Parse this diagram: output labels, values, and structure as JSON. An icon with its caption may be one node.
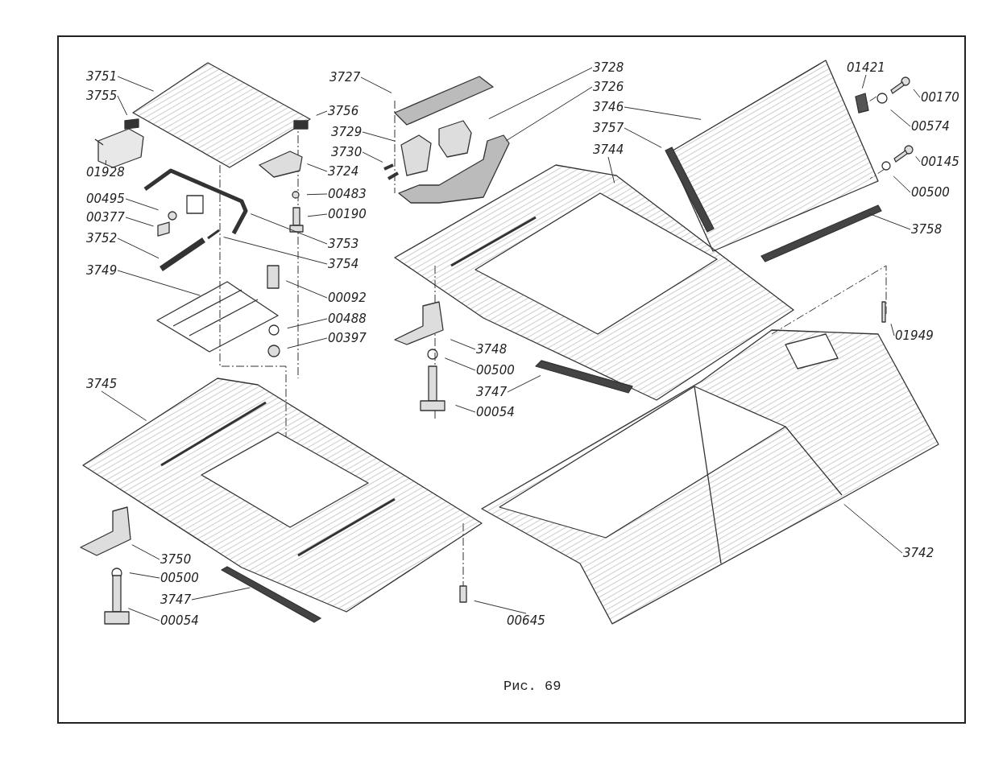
{
  "diagram": {
    "caption": "Рис. 69",
    "nodes": [
      {
        "text": [
          "3751"
        ]
      },
      {
        "text": [
          "3727"
        ]
      },
      {
        "text": [
          "3728"
        ]
      },
      {
        "text": [
          "01421"
        ]
      },
      {
        "text": [
          "3726"
        ]
      },
      {
        "text": [
          "3755"
        ]
      },
      {
        "text": [
          "3746"
        ]
      },
      {
        "text": [
          "00170"
        ]
      },
      {
        "text": [
          "3756"
        ]
      },
      {
        "text": [
          "3729"
        ]
      },
      {
        "text": [
          "00574"
        ]
      },
      {
        "text": [
          "3757"
        ]
      },
      {
        "text": [
          "3730"
        ]
      },
      {
        "text": [
          "3744"
        ]
      },
      {
        "text": [
          "01928"
        ]
      },
      {
        "text": [
          "3724"
        ]
      },
      {
        "text": [
          "00145"
        ]
      },
      {
        "text": [
          "00483"
        ]
      },
      {
        "text": [
          "00495"
        ]
      },
      {
        "text": [
          "00500"
        ]
      },
      {
        "text": [
          "00190"
        ]
      },
      {
        "text": [
          "00377"
        ]
      },
      {
        "text": [
          "3752"
        ]
      },
      {
        "text": [
          "3753"
        ]
      },
      {
        "text": [
          "3758"
        ]
      },
      {
        "text": [
          "3754"
        ]
      },
      {
        "text": [
          "3749"
        ]
      },
      {
        "text": [
          "00092"
        ]
      },
      {
        "text": [
          "00488"
        ]
      },
      {
        "text": [
          "00397"
        ]
      },
      {
        "text": [
          "01949"
        ]
      },
      {
        "text": [
          "3748"
        ]
      },
      {
        "text": [
          "00500"
        ]
      },
      {
        "text": [
          "3745"
        ]
      },
      {
        "text": [
          "3747"
        ]
      },
      {
        "text": [
          "00054"
        ]
      },
      {
        "text": [
          "3742"
        ]
      },
      {
        "text": [
          "3750"
        ]
      },
      {
        "text": [
          "00500"
        ]
      },
      {
        "text": [
          "3747"
        ]
      },
      {
        "text": [
          "00054"
        ]
      },
      {
        "text": [
          "00645"
        ]
      }
    ],
    "edges": [
      {
        "from": 0,
        "to": null,
        "arrow": "none"
      },
      {
        "from": 1,
        "to": null,
        "arrow": "none"
      },
      {
        "from": 2,
        "to": null,
        "arrow": "none"
      },
      {
        "from": 3,
        "to": null,
        "arrow": "none"
      },
      {
        "from": 4,
        "to": null,
        "arrow": "none"
      },
      {
        "from": 5,
        "to": null,
        "arrow": "none"
      },
      {
        "from": 6,
        "to": null,
        "arrow": "none"
      },
      {
        "from": 7,
        "to": null,
        "arrow": "none"
      },
      {
        "from": 8,
        "to": null,
        "arrow": "none"
      },
      {
        "from": 9,
        "to": null,
        "arrow": "none"
      },
      {
        "from": 10,
        "to": null,
        "arrow": "none"
      },
      {
        "from": 11,
        "to": null,
        "arrow": "none"
      },
      {
        "from": 12,
        "to": null,
        "arrow": "none"
      },
      {
        "from": 13,
        "to": null,
        "arrow": "none"
      },
      {
        "from": 14,
        "to": null,
        "arrow": "none"
      },
      {
        "from": 15,
        "to": null,
        "arrow": "none"
      },
      {
        "from": 16,
        "to": null,
        "arrow": "none"
      },
      {
        "from": 17,
        "to": null,
        "arrow": "none"
      },
      {
        "from": 18,
        "to": null,
        "arrow": "none"
      },
      {
        "from": 19,
        "to": null,
        "arrow": "none"
      },
      {
        "from": 20,
        "to": null,
        "arrow": "none"
      },
      {
        "from": 21,
        "to": null,
        "arrow": "none"
      },
      {
        "from": 22,
        "to": null,
        "arrow": "none"
      },
      {
        "from": 23,
        "to": null,
        "arrow": "none"
      },
      {
        "from": 24,
        "to": null,
        "arrow": "none"
      },
      {
        "from": 25,
        "to": null,
        "arrow": "none"
      },
      {
        "from": 26,
        "to": null,
        "arrow": "none"
      },
      {
        "from": 27,
        "to": null,
        "arrow": "none"
      },
      {
        "from": 28,
        "to": null,
        "arrow": "none"
      },
      {
        "from": 29,
        "to": null,
        "arrow": "none"
      },
      {
        "from": 30,
        "to": null,
        "arrow": "none"
      },
      {
        "from": 31,
        "to": null,
        "arrow": "none"
      },
      {
        "from": 32,
        "to": null,
        "arrow": "none"
      },
      {
        "from": 33,
        "to": null,
        "arrow": "none"
      },
      {
        "from": 34,
        "to": null,
        "arrow": "none"
      },
      {
        "from": 35,
        "to": null,
        "arrow": "none"
      },
      {
        "from": 36,
        "to": null,
        "arrow": "none"
      },
      {
        "from": 37,
        "to": null,
        "arrow": "none"
      },
      {
        "from": 38,
        "to": null,
        "arrow": "none"
      },
      {
        "from": 39,
        "to": null,
        "arrow": "none"
      },
      {
        "from": 40,
        "to": null,
        "arrow": "none"
      },
      {
        "from": 41,
        "to": null,
        "arrow": "none"
      }
    ]
  }
}
